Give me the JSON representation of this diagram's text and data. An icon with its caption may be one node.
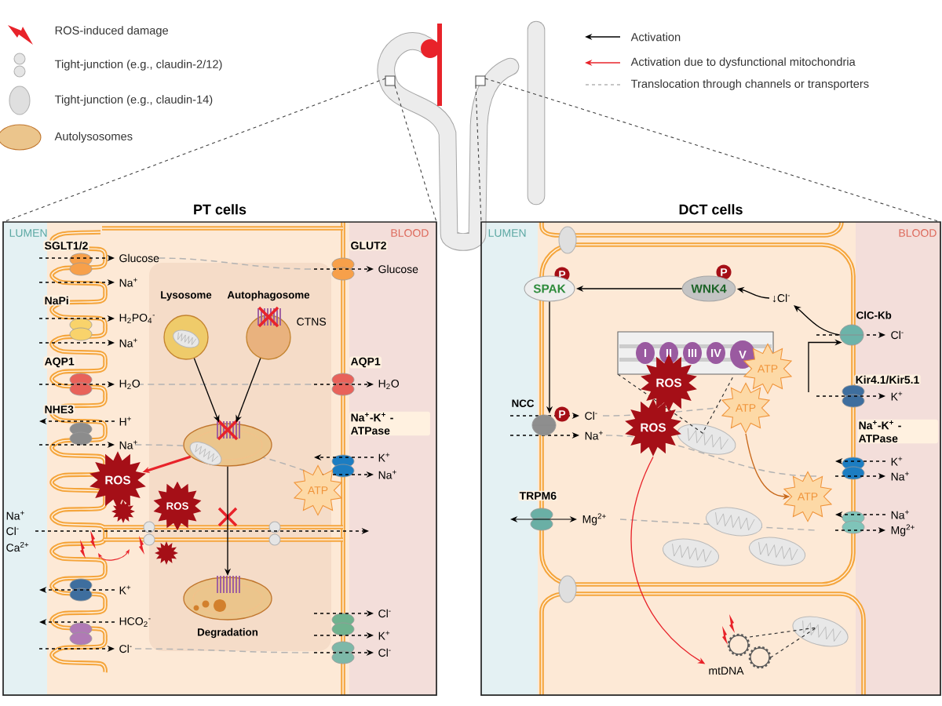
{
  "diagram": {
    "nodes": [
      {
        "text": [
          "PT cells"
        ]
      },
      {
        "text": [
          "DCT cells"
        ]
      },
      {
        "text": [
          "Lysosome"
        ],
        "in": 0
      },
      {
        "text": [
          "Autophagosome"
        ],
        "beside": [
          "CTNS"
        ],
        "in": 0
      },
      {
        "text": [],
        "shape": "ellipse",
        "in": 0
      },
      {
        "text": [
          "Degradation"
        ],
        "in": 0
      },
      {
        "text": [
          "ROS"
        ],
        "in": 0
      },
      {
        "text": [
          "SPAK"
        ],
        "in": 1
      },
      {
        "text": [
          "WNK4"
        ],
        "in": 1
      },
      {
        "text": [
          "↓Cl$^{-}$"
        ],
        "in": 1
      },
      {
        "text": [
          "NCC"
        ],
        "in": 1
      },
      {
        "text": [
          "ClC-Kb"
        ],
        "in": 1
      },
      {
        "text": [
          "I",
          "II",
          "III",
          "IV",
          "V"
        ],
        "in": 1
      },
      {
        "text": [
          "ROS"
        ],
        "in": 1
      },
      {
        "text": [
          "ROS"
        ],
        "in": 1
      },
      {
        "text": [
          "mtDNA"
        ],
        "in": 1
      },
      {
        "text": [
          "ATP"
        ],
        "in": 1
      },
      {
        "text": [
          "ATP"
        ],
        "in": 1
      },
      {
        "text": [
          "ATP"
        ],
        "in": 0
      },
      {
        "text": [
          "ATP"
        ],
        "in": 1
      }
    ],
    "edges": [
      {
        "from": 2,
        "to": 4,
        "arrow": "to"
      },
      {
        "from": 3,
        "to": 4,
        "arrow": "to"
      },
      {
        "from": 4,
        "to": 5,
        "arrow": "to"
      },
      {
        "from": 4,
        "to": 6,
        "arrow": "to",
        "style": "thick",
        "color": "#e8232a"
      },
      {
        "from": 8,
        "to": 7,
        "arrow": "to"
      },
      {
        "from": 7,
        "to": 10,
        "arrow": "to"
      },
      {
        "from": 9,
        "to": 8,
        "arrow": "to"
      },
      {
        "from": 11,
        "to": 9,
        "arrow": "to"
      },
      {
        "from": null,
        "to": 11,
        "arrow": "to"
      },
      {
        "from": 13,
        "to": 15,
        "arrow": "to",
        "color": "#e8232a"
      },
      {
        "from": 16,
        "to": 17,
        "arrow": "to",
        "color": "#c8691c"
      }
    ],
    "labels": [
      "LUMEN",
      "BLOOD",
      "SGLT1/2",
      "Glucose",
      "Na$^{+}$",
      "NaPi",
      "H$_{2}$PO$_{4}$$^{-}$",
      "Na$^{+}$",
      "AQP1",
      "H$_{2}$O",
      "NHE3",
      "H$^{+}$",
      "Na$^{+}$",
      "Na$^{+}$",
      "Cl$^{-}$",
      "Ca$^{2+}$",
      "K$^{+}$",
      "HCO$_{2}$$^{-}$",
      "Cl$^{-}$",
      "GLUT2",
      "Glucose",
      "AQP1",
      "H$_{2}$O",
      "Na$^{+}$-K$^{+}$ -ATPase",
      "K$^{+}$",
      "Na$^{+}$",
      "ROS",
      "Cl$^{-}$",
      "K$^{+}$",
      "Cl$^{-}$",
      "LUMEN",
      "BLOOD",
      "Cl$^{-}$",
      "Na$^{+}$",
      "Cl$^{-}$",
      "Kir4.1/Kir5.1",
      "K$^{+}$",
      "Na$^{+}$-K$^{+}$ -ATPase",
      "K$^{+}$",
      "Na$^{+}$",
      "Na$^{+}$",
      "Mg$^{2+}$",
      "TRPM6",
      "Mg$^{2+}$",
      "P",
      "P",
      "P"
    ],
    "legend": [
      {
        "text": "ROS-induced damage"
      },
      {
        "text": "Tight-junction (e.g., claudin-2/12)"
      },
      {
        "text": "Tight-junction (e.g., claudin-14)"
      },
      {
        "text": "Autolysosomes"
      },
      {
        "text": "Activation"
      },
      {
        "text": "Activation due to dysfunctional mitochondria"
      },
      {
        "text": "Translocation through channels or transporters"
      }
    ]
  }
}
